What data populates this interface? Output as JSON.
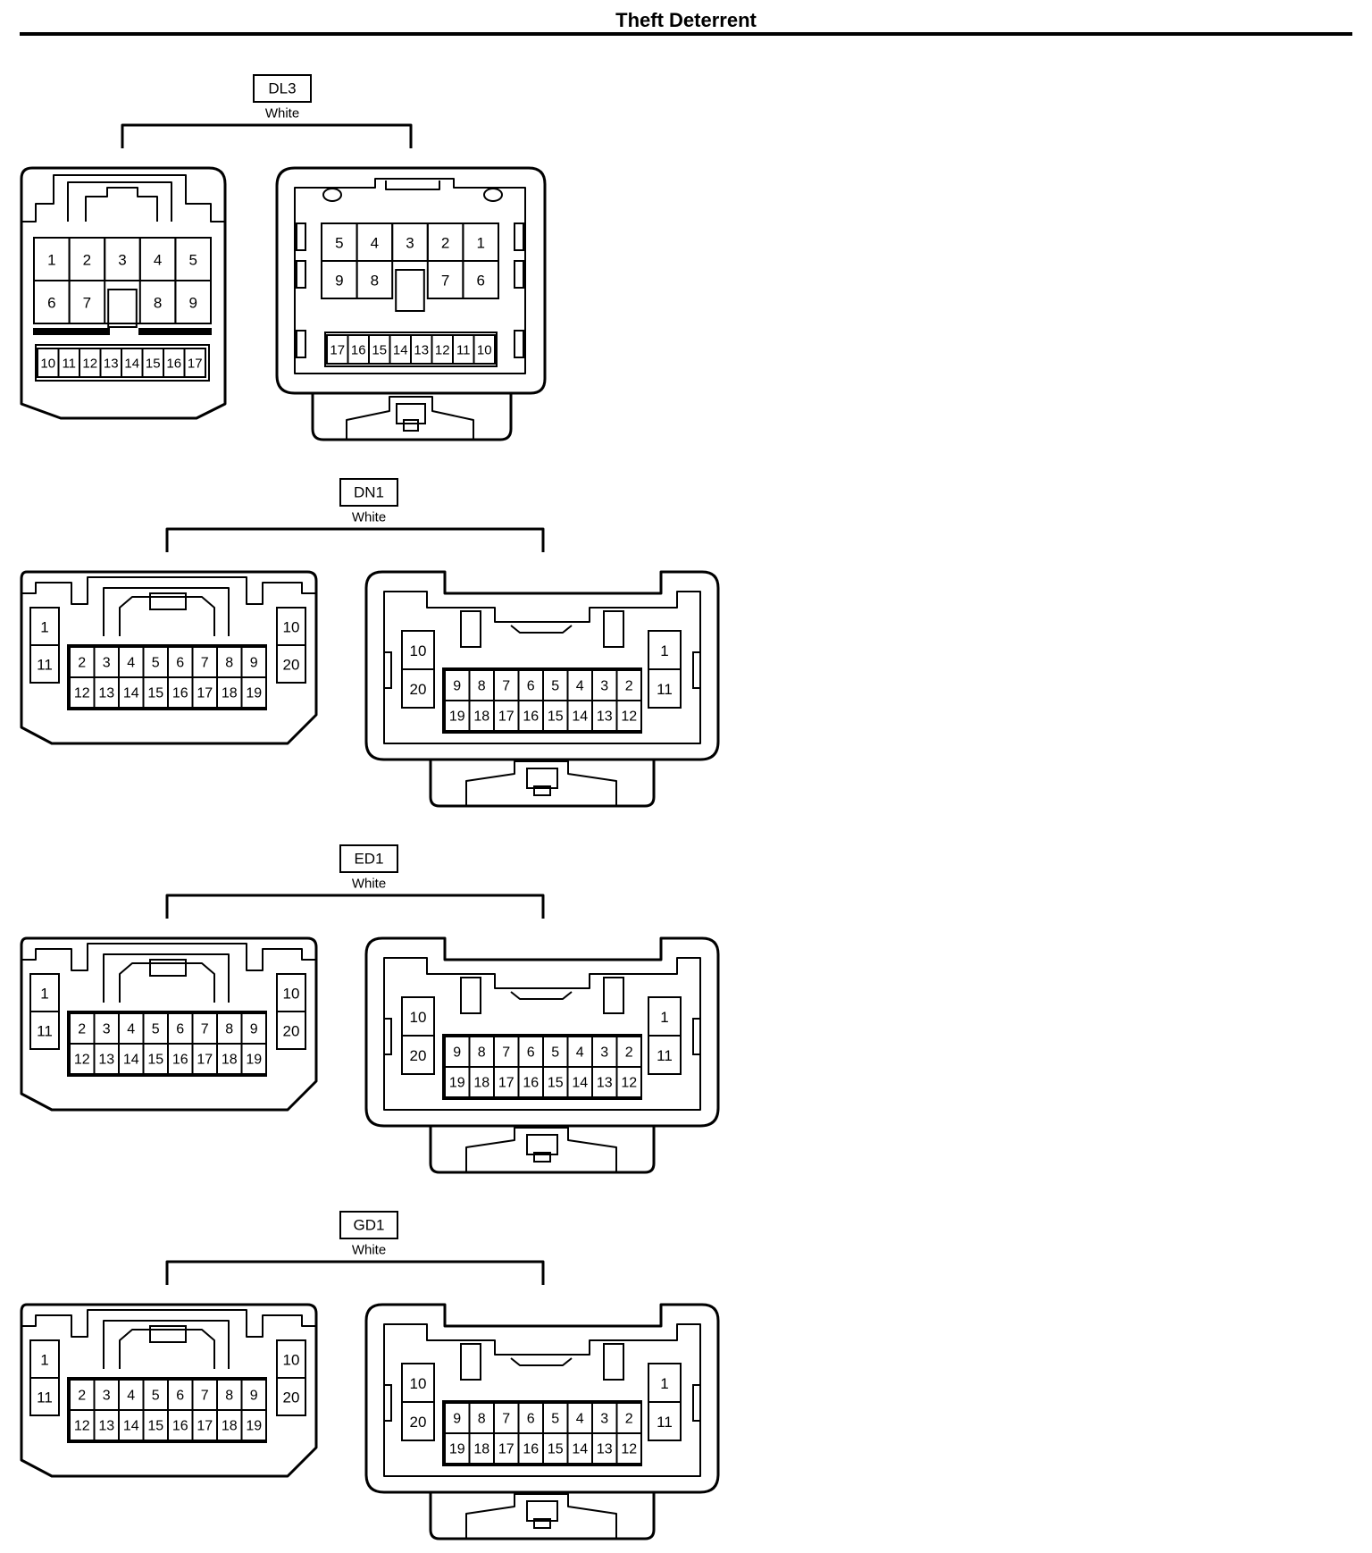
{
  "page": {
    "title": "Theft Deterrent"
  },
  "connectors": [
    {
      "code": "DL3",
      "color": "White",
      "left_view": {
        "rows": [
          [
            "1",
            "2",
            "3",
            "4",
            "5"
          ],
          [
            "6",
            "7",
            "8",
            "9"
          ]
        ],
        "bottom_row": [
          "10",
          "11",
          "12",
          "13",
          "14",
          "15",
          "16",
          "17"
        ]
      },
      "right_view": {
        "rows": [
          [
            "5",
            "4",
            "3",
            "2",
            "1"
          ],
          [
            "9",
            "8",
            "7",
            "6"
          ]
        ],
        "bottom_row": [
          "17",
          "16",
          "15",
          "14",
          "13",
          "12",
          "11",
          "10"
        ]
      }
    },
    {
      "code": "DN1",
      "color": "White",
      "left_view": {
        "side_left": [
          "1",
          "11"
        ],
        "side_right": [
          "10",
          "20"
        ],
        "top_row": [
          "2",
          "3",
          "4",
          "5",
          "6",
          "7",
          "8",
          "9"
        ],
        "bottom_row": [
          "12",
          "13",
          "14",
          "15",
          "16",
          "17",
          "18",
          "19"
        ]
      },
      "right_view": {
        "side_left": [
          "10",
          "20"
        ],
        "side_right": [
          "1",
          "11"
        ],
        "top_row": [
          "9",
          "8",
          "7",
          "6",
          "5",
          "4",
          "3",
          "2"
        ],
        "bottom_row": [
          "19",
          "18",
          "17",
          "16",
          "15",
          "14",
          "13",
          "12"
        ]
      }
    },
    {
      "code": "ED1",
      "color": "White",
      "left_view": {
        "side_left": [
          "1",
          "11"
        ],
        "side_right": [
          "10",
          "20"
        ],
        "top_row": [
          "2",
          "3",
          "4",
          "5",
          "6",
          "7",
          "8",
          "9"
        ],
        "bottom_row": [
          "12",
          "13",
          "14",
          "15",
          "16",
          "17",
          "18",
          "19"
        ]
      },
      "right_view": {
        "side_left": [
          "10",
          "20"
        ],
        "side_right": [
          "1",
          "11"
        ],
        "top_row": [
          "9",
          "8",
          "7",
          "6",
          "5",
          "4",
          "3",
          "2"
        ],
        "bottom_row": [
          "19",
          "18",
          "17",
          "16",
          "15",
          "14",
          "13",
          "12"
        ]
      }
    },
    {
      "code": "GD1",
      "color": "White",
      "left_view": {
        "side_left": [
          "1",
          "11"
        ],
        "side_right": [
          "10",
          "20"
        ],
        "top_row": [
          "2",
          "3",
          "4",
          "5",
          "6",
          "7",
          "8",
          "9"
        ],
        "bottom_row": [
          "12",
          "13",
          "14",
          "15",
          "16",
          "17",
          "18",
          "19"
        ]
      },
      "right_view": {
        "side_left": [
          "10",
          "20"
        ],
        "side_right": [
          "1",
          "11"
        ],
        "top_row": [
          "9",
          "8",
          "7",
          "6",
          "5",
          "4",
          "3",
          "2"
        ],
        "bottom_row": [
          "19",
          "18",
          "17",
          "16",
          "15",
          "14",
          "13",
          "12"
        ]
      }
    }
  ]
}
